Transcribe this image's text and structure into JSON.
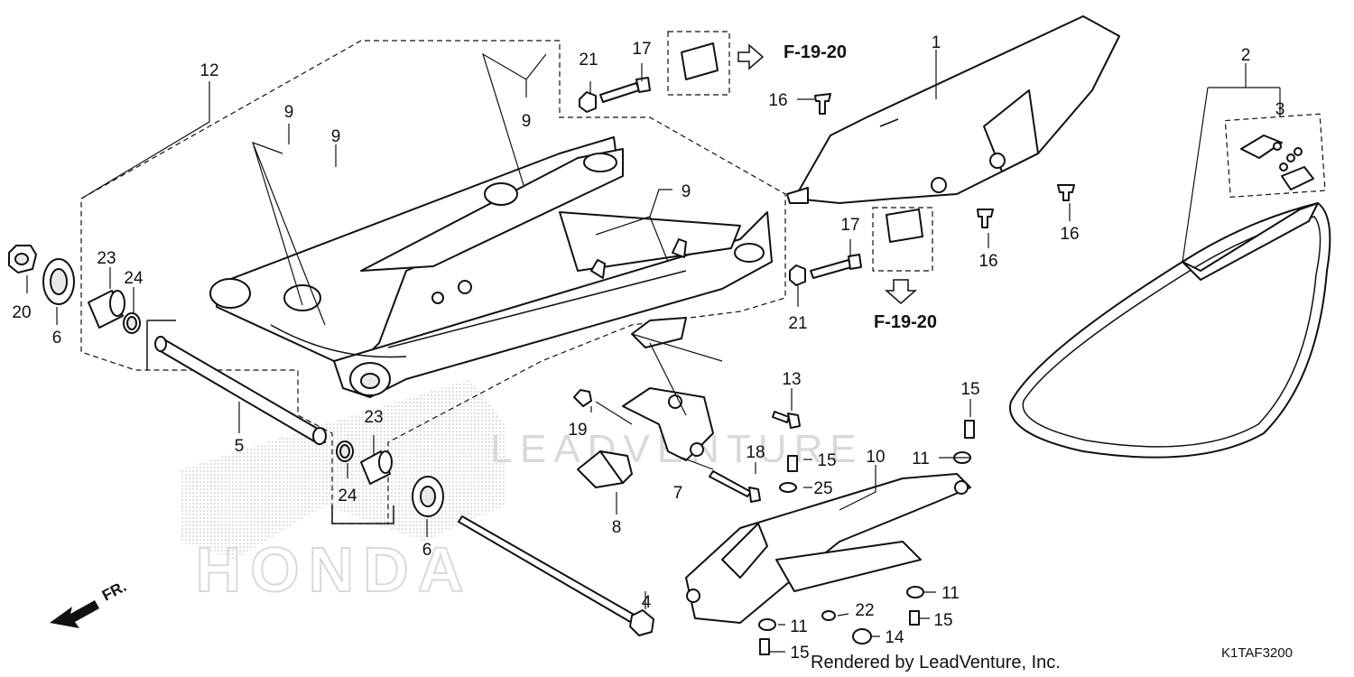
{
  "diagram": {
    "part_numbers": {
      "p1": "1",
      "p2": "2",
      "p3": "3",
      "p4": "4",
      "p5": "5",
      "p6a": "6",
      "p6b": "6",
      "p7": "7",
      "p8": "8",
      "p9a": "9",
      "p9b": "9",
      "p9c": "9",
      "p9d": "9",
      "p10": "10",
      "p11a": "11",
      "p11b": "11",
      "p11c": "11",
      "p12": "12",
      "p13": "13",
      "p14": "14",
      "p15a": "15",
      "p15b": "15",
      "p15c": "15",
      "p15d": "15",
      "p16a": "16",
      "p16b": "16",
      "p16c": "16",
      "p17a": "17",
      "p17b": "17",
      "p18": "18",
      "p19": "19",
      "p20": "20",
      "p21a": "21",
      "p21b": "21",
      "p22": "22",
      "p23a": "23",
      "p23b": "23",
      "p24a": "24",
      "p24b": "24",
      "p25": "25"
    },
    "ref_top": "F-19-20",
    "ref_bottom": "F-19-20",
    "front_label": "FR.",
    "watermark": "LEADVENTURE",
    "brand_mark": "HONDA",
    "credit": "Rendered by LeadVenture, Inc.",
    "diagram_code": "K1TAF3200"
  }
}
